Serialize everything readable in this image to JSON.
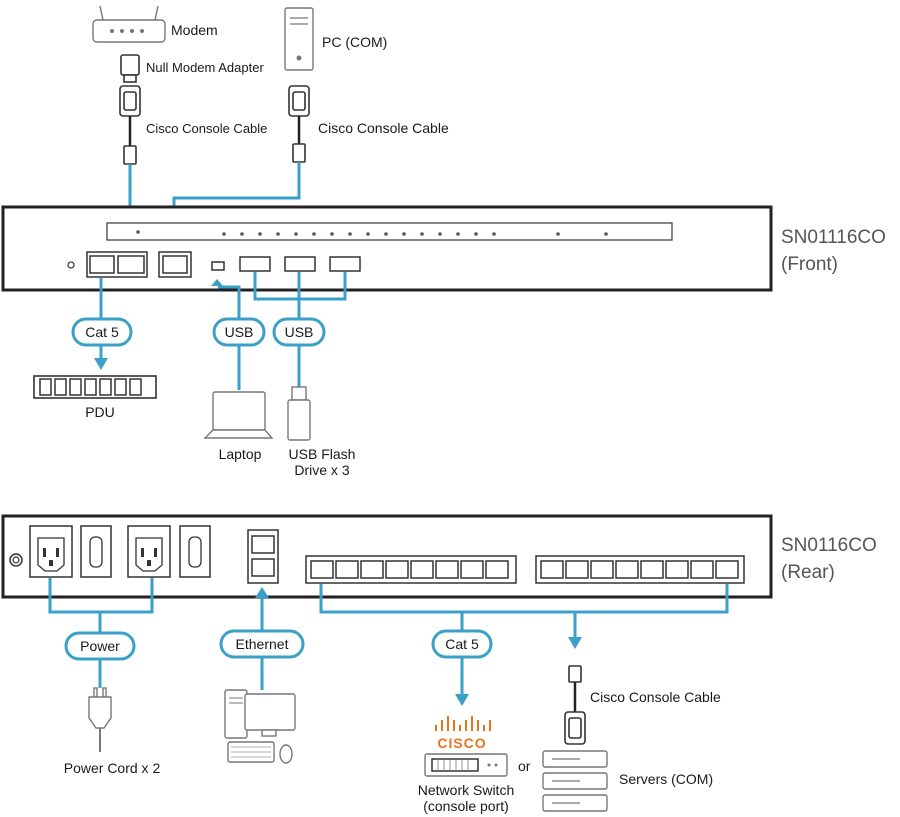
{
  "front": {
    "model": "SN01116CO",
    "side": "(Front)",
    "modem": "Modem",
    "null_modem": "Null Modem Adapter",
    "pc": "PC (COM)",
    "cable_left": "Cisco Console Cable",
    "cable_right": "Cisco Console Cable",
    "cat5": "Cat 5",
    "pdu": "PDU",
    "usb_1": "USB",
    "usb_2": "USB",
    "laptop": "Laptop",
    "flash_line1": "USB Flash",
    "flash_line2": "Drive x 3"
  },
  "rear": {
    "model": "SN0116CO",
    "side": "(Rear)",
    "power": "Power",
    "power_cord": "Power Cord x 2",
    "ethernet": "Ethernet",
    "cat5": "Cat 5",
    "cisco_logo": "CISCO",
    "switch_line1": "Network Switch",
    "switch_line2": "(console port)",
    "or": "or",
    "console_cable": "Cisco Console Cable",
    "servers": "Servers (COM)"
  },
  "colors": {
    "cable": "#3aa0c8",
    "cisco": "#e8741e"
  }
}
